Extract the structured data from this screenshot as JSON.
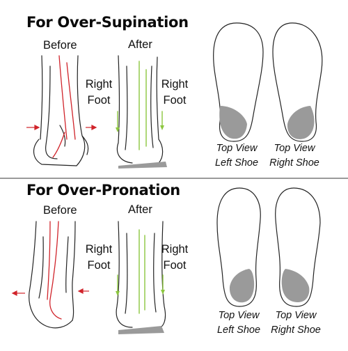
{
  "sections": [
    {
      "heading": "For Over-Supination",
      "before_label": "Before",
      "after_label": "After",
      "before_foot": {
        "line1": "Right",
        "line2": "Foot"
      },
      "after_foot": {
        "line1": "Right",
        "line2": "Foot"
      },
      "left_shoe": {
        "line1": "Top View",
        "line2": "Left Shoe"
      },
      "right_shoe": {
        "line1": "Top View",
        "line2": "Right Shoe"
      }
    },
    {
      "heading": "For Over-Pronation",
      "before_label": "Before",
      "after_label": "After",
      "before_foot": {
        "line1": "Right",
        "line2": "Foot"
      },
      "after_foot": {
        "line1": "Right",
        "line2": "Foot"
      },
      "left_shoe": {
        "line1": "Top View",
        "line2": "Left Shoe"
      },
      "right_shoe": {
        "line1": "Top View",
        "line2": "Right Shoe"
      }
    }
  ],
  "colors": {
    "outline": "#222222",
    "misaligned_line": "#d0232a",
    "aligned_line": "#8cc63f",
    "insert": "#9a9a9a",
    "divider": "#9a9a9a"
  }
}
